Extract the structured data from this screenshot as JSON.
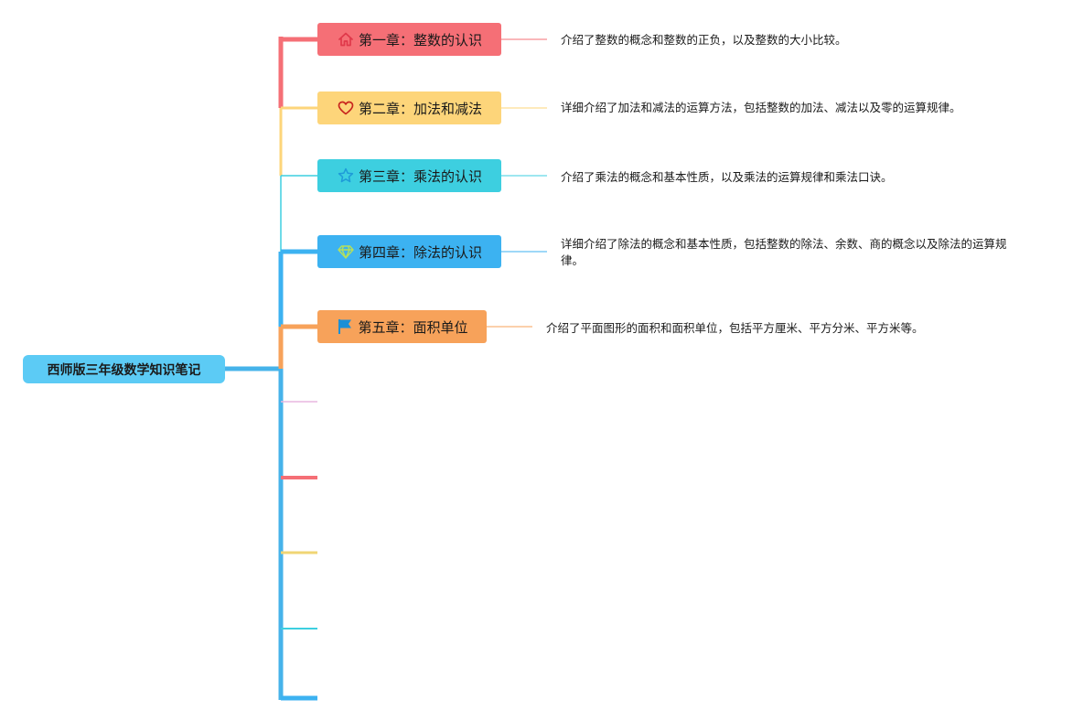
{
  "root": {
    "label": "西师版三年级数学知识笔记",
    "color": "#5CCBF5"
  },
  "topics": [
    {
      "label": "第一章：整数的认识",
      "color": "#F56F76",
      "icon": "home-icon",
      "note": "介绍了整数的概念和整数的正负，以及整数的大小比较。"
    },
    {
      "label": "第二章：加法和减法",
      "color": "#FDD57A",
      "icon": "heart-icon",
      "note": "详细介绍了加法和减法的运算方法，包括整数的加法、减法以及零的运算规律。"
    },
    {
      "label": "第三章：乘法的认识",
      "color": "#3DCFE0",
      "icon": "star-icon",
      "note": "介绍了乘法的概念和基本性质，以及乘法的运算规律和乘法口诀。"
    },
    {
      "label": "第四章：除法的认识",
      "color": "#3CB2F1",
      "icon": "diamond-icon",
      "note": "详细介绍了除法的概念和基本性质，包括整数的除法、余数、商的概念以及除法的运算规律。"
    },
    {
      "label": "第五章：面积单位",
      "color": "#F7A25A",
      "icon": "flag-icon",
      "note": "介绍了平面图形的面积和面积单位，包括平方厘米、平方分米、平方米等。"
    }
  ],
  "empty_branches": [
    {
      "color": "#E8B7E0"
    },
    {
      "color": "#F56F76"
    },
    {
      "color": "#F0D574"
    },
    {
      "color": "#3DCFE0"
    },
    {
      "color": "#3CB2F1"
    }
  ],
  "icon_colors": {
    "home": "#E0384A",
    "heart": "#C8251E",
    "star": "#1E9BD8",
    "diamond": "#B6E05A",
    "flag": "#1C8FD6"
  },
  "spine_color": "#46B3EA"
}
